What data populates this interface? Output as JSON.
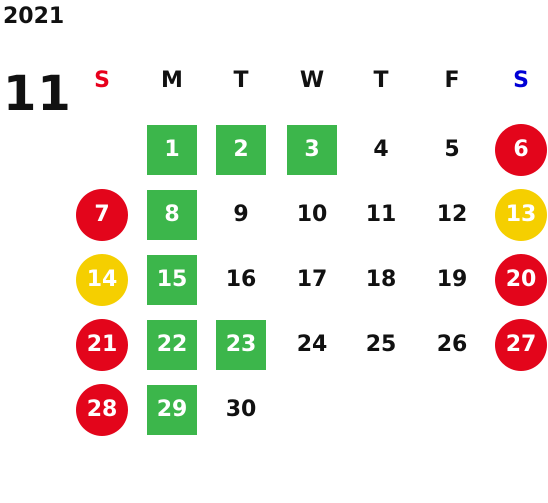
{
  "calendar": {
    "year": "2021",
    "month": "11",
    "weekdays": [
      {
        "label": "S",
        "color": "#e8001c"
      },
      {
        "label": "M",
        "color": "#111111"
      },
      {
        "label": "T",
        "color": "#111111"
      },
      {
        "label": "W",
        "color": "#111111"
      },
      {
        "label": "T",
        "color": "#111111"
      },
      {
        "label": "F",
        "color": "#111111"
      },
      {
        "label": "S",
        "color": "#0000d6"
      }
    ],
    "first_weekday_index": 1,
    "days": [
      {
        "n": "1",
        "mark": "green-square"
      },
      {
        "n": "2",
        "mark": "green-square"
      },
      {
        "n": "3",
        "mark": "green-square"
      },
      {
        "n": "4",
        "mark": "none"
      },
      {
        "n": "5",
        "mark": "none"
      },
      {
        "n": "6",
        "mark": "red-circle"
      },
      {
        "n": "7",
        "mark": "red-circle"
      },
      {
        "n": "8",
        "mark": "green-square"
      },
      {
        "n": "9",
        "mark": "none"
      },
      {
        "n": "10",
        "mark": "none"
      },
      {
        "n": "11",
        "mark": "none"
      },
      {
        "n": "12",
        "mark": "none"
      },
      {
        "n": "13",
        "mark": "yellow-circle"
      },
      {
        "n": "14",
        "mark": "yellow-circle"
      },
      {
        "n": "15",
        "mark": "green-square"
      },
      {
        "n": "16",
        "mark": "none"
      },
      {
        "n": "17",
        "mark": "none"
      },
      {
        "n": "18",
        "mark": "none"
      },
      {
        "n": "19",
        "mark": "none"
      },
      {
        "n": "20",
        "mark": "red-circle"
      },
      {
        "n": "21",
        "mark": "red-circle"
      },
      {
        "n": "22",
        "mark": "green-square"
      },
      {
        "n": "23",
        "mark": "green-square"
      },
      {
        "n": "24",
        "mark": "none"
      },
      {
        "n": "25",
        "mark": "none"
      },
      {
        "n": "26",
        "mark": "none"
      },
      {
        "n": "27",
        "mark": "red-circle"
      },
      {
        "n": "28",
        "mark": "red-circle"
      },
      {
        "n": "29",
        "mark": "green-square"
      },
      {
        "n": "30",
        "mark": "none"
      }
    ]
  },
  "colors": {
    "green": "#3cb64b",
    "red": "#e3051b",
    "yellow": "#f5cf00",
    "text": "#111111"
  }
}
